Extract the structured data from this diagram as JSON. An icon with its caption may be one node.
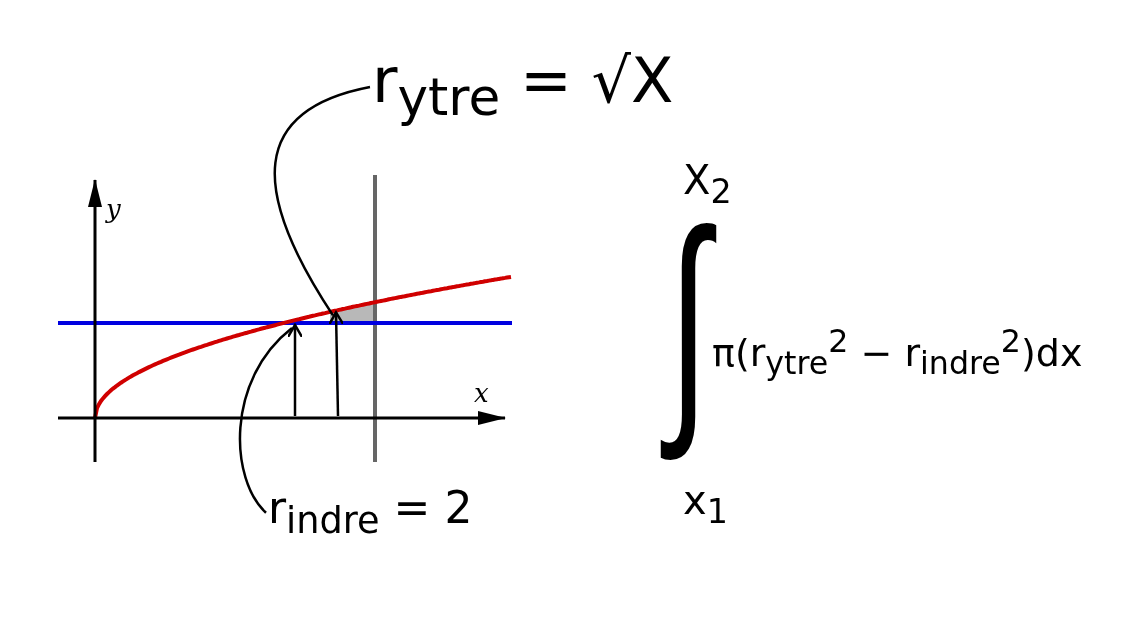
{
  "diagram": {
    "nodes": [
      {
        "text": [
          "r$_{ytre}$ = √X"
        ]
      },
      {
        "text": [
          "r$_{indre}$ = 2"
        ]
      },
      {
        "text": [],
        "shape": "arrow"
      },
      {
        "text": [],
        "shape": "arrow"
      }
    ],
    "edges": [
      {
        "from": 0,
        "to": 3,
        "arrow": "none"
      },
      {
        "from": 1,
        "to": 2,
        "arrow": "none"
      }
    ],
    "labels": [
      "y",
      "x",
      "X$_{2}$",
      "∫",
      "π(r$_{ytre}$$^{2}$ − r$_{indre}$$^{2}$)dx",
      "x$_{1}$"
    ]
  }
}
